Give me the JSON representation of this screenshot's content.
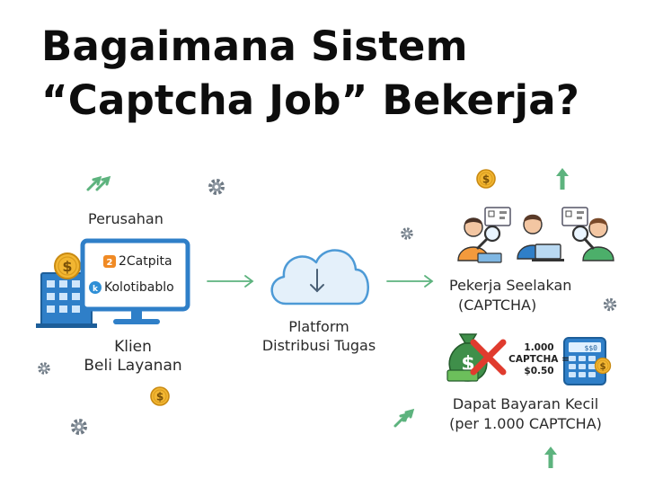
{
  "title": {
    "line1": "Bagaimana Sistem",
    "line2": "“Captcha Job” Bekerja?"
  },
  "client": {
    "company_label": "Perusahan",
    "services": [
      "2Catpita",
      "Kolotibablo"
    ],
    "label_line1": "Klien",
    "label_line2": "Beli Layanan"
  },
  "platform": {
    "label_line1": "Platform",
    "label_line2": "Distribusi Tugas"
  },
  "workers": {
    "label_line1": "Pekerja Seelakan",
    "label_line2": "(CAPTCHA)"
  },
  "payment": {
    "rate_line1": "1.000",
    "rate_line2": "CAPTCHA =",
    "rate_line3": "$0.50",
    "label_line1": "Dapat Bayaran Kecil",
    "label_line2": "(per 1.000 CAPTCHA)"
  },
  "colors": {
    "accent_blue": "#2f7fc8",
    "arrow_green": "#5db37e",
    "coin_gold": "#f2b632",
    "cross_red": "#e03b2e",
    "money_green": "#3f8f4a"
  }
}
